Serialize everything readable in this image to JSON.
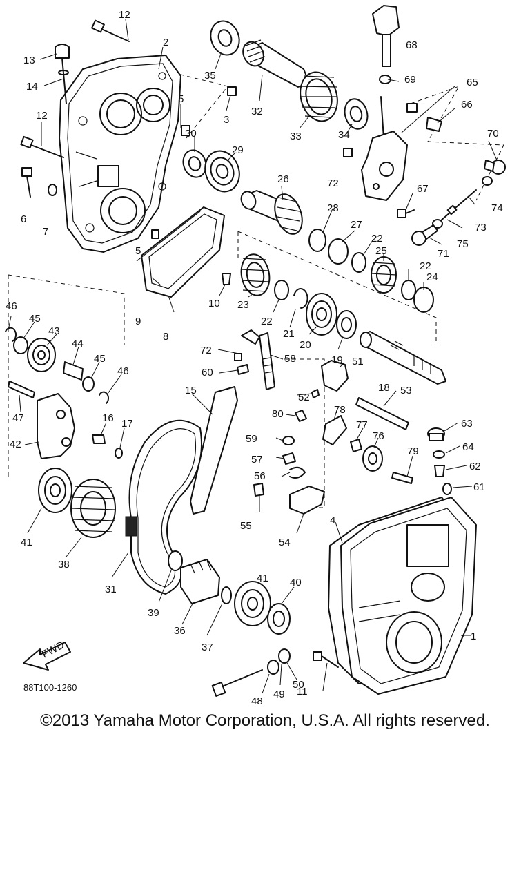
{
  "diagram": {
    "code": "88T100-1260",
    "fwd_label": "FWD",
    "labels": [
      "1",
      "2",
      "3",
      "4",
      "5",
      "5",
      "6",
      "7",
      "8",
      "9",
      "10",
      "11",
      "12",
      "12",
      "13",
      "14",
      "15",
      "16",
      "17",
      "18",
      "19",
      "20",
      "21",
      "22",
      "22",
      "22",
      "23",
      "24",
      "25",
      "26",
      "27",
      "28",
      "29",
      "30",
      "31",
      "32",
      "33",
      "34",
      "35",
      "36",
      "37",
      "38",
      "39",
      "40",
      "41",
      "41",
      "42",
      "43",
      "44",
      "45",
      "45",
      "46",
      "46",
      "47",
      "48",
      "49",
      "50",
      "51",
      "52",
      "53",
      "54",
      "55",
      "56",
      "57",
      "58",
      "59",
      "60",
      "61",
      "62",
      "63",
      "64",
      "65",
      "66",
      "67",
      "68",
      "69",
      "70",
      "71",
      "72",
      "72",
      "73",
      "74",
      "75",
      "76",
      "77",
      "78",
      "79",
      "80"
    ]
  },
  "copyright": "©2013 Yamaha Motor Corporation, U.S.A. All rights reserved."
}
